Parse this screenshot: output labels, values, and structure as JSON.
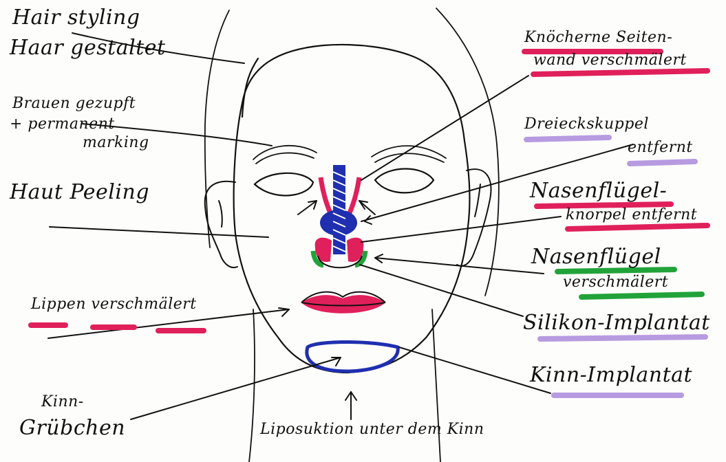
{
  "labels": {
    "hair_1": "Hair styling",
    "hair_2": "Haar gestaltet",
    "brows_1": "Brauen gezupft",
    "brows_2": "+ permanent",
    "brows_3": "marking",
    "skin": "Haut Peeling",
    "lips": "Lippen verschmälert",
    "dimple_1": "Kinn-",
    "dimple_2": "Grübchen",
    "lipo": "Liposuktion unter dem Kinn",
    "bony_1": "Knöcherne Seiten-",
    "bony_2": "wand verschmälert",
    "dome_1": "Dreieckskuppel",
    "dome_2": "entfernt",
    "alar_cart_1": "Nasenflügel-",
    "alar_cart_2": "knorpel entfernt",
    "alar_narrow_1": "Nasenflügel",
    "alar_narrow_2": "verschmälert",
    "silicone": "Silikon-Implantat",
    "chin_implant": "Kinn-Implantat"
  },
  "colors": {
    "ink": "#111111",
    "red": "#e0205a",
    "blue": "#1f2fb0",
    "green": "#22a33a",
    "purple": "#b79be0"
  }
}
